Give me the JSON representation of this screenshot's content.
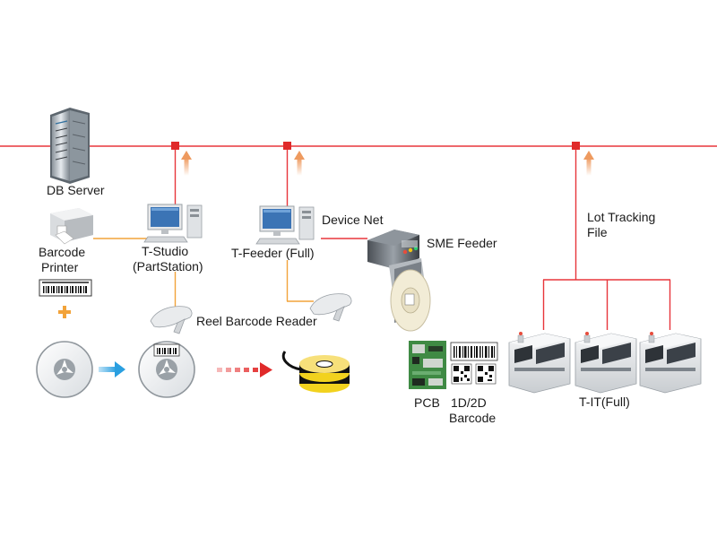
{
  "colors": {
    "network_line": "#e8363b",
    "connector": "#f2a33a",
    "arrow_up": "#f0a06a",
    "arrow_red": "#e8363b",
    "arrow_blue": "#2fa3e0"
  },
  "labels": {
    "db_server": "DB Server",
    "barcode_printer_l1": "Barcode",
    "barcode_printer_l2": "Printer",
    "t_studio_l1": "T-Studio",
    "t_studio_l2": "(PartStation)",
    "t_feeder": "T-Feeder (Full)",
    "device_net": "Device Net",
    "sme_feeder": "SME Feeder",
    "lot_tracking_l1": "Lot Tracking",
    "lot_tracking_l2": "File",
    "reel_barcode_reader": "Reel Barcode Reader",
    "pcb": "PCB",
    "barcode_type_l1": "1D/2D",
    "barcode_type_l2": "Barcode",
    "t_it": "T-IT(Full)"
  },
  "icons": {
    "db_server": "server-rack-icon",
    "printer": "barcode-printer-icon",
    "workstation": "desktop-computer-icon",
    "scanner": "barcode-scanner-icon",
    "reel": "component-reel-icon",
    "tape": "component-tape-roll-icon",
    "feeder": "sme-feeder-icon",
    "mounter": "chip-mounter-machine-icon"
  }
}
